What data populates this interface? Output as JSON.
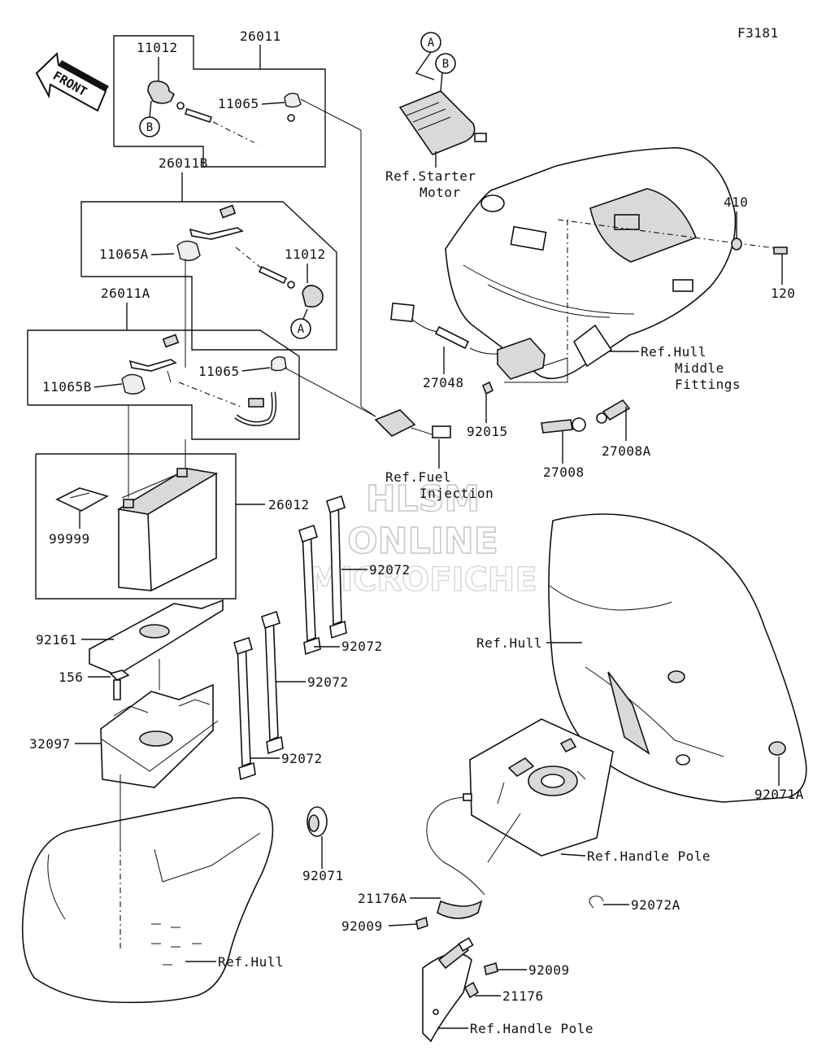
{
  "figure_code": "F3181",
  "front_label": "FRONT",
  "watermark": {
    "line1": "HLSM",
    "line2": "ONLINE",
    "line3": "MICROFICHE"
  },
  "ref_circles": {
    "a": "A",
    "b": "B"
  },
  "parts": {
    "p26011": "26011",
    "p11012_top": "11012",
    "p11065_top": "11065",
    "p26011B": "26011B",
    "p11065A": "11065A",
    "p11012_mid": "11012",
    "p26011A": "26011A",
    "p11065B": "11065B",
    "p11065_mid": "11065",
    "p26012": "26012",
    "p99999": "99999",
    "p92161": "92161",
    "p156": "156",
    "p32097": "32097",
    "p92072_a": "92072",
    "p92072_b": "92072",
    "p92072_c": "92072",
    "p92072_d": "92072",
    "p92071": "92071",
    "p27048": "27048",
    "p92015": "92015",
    "p27008": "27008",
    "p27008A": "27008A",
    "p410": "410",
    "p120": "120",
    "p92071A": "92071A",
    "p92072A": "92072A",
    "p21176A": "21176A",
    "p92009_a": "92009",
    "p92009_b": "92009",
    "p21176": "21176"
  },
  "refs": {
    "starter_1": "Ref.Starter",
    "starter_2": "Motor",
    "hull_middle_1": "Ref.Hull",
    "hull_middle_2": "Middle",
    "hull_middle_3": "Fittings",
    "fuel_1": "Ref.Fuel",
    "fuel_2": "Injection",
    "hull_right": "Ref.Hull",
    "handle_pole_1": "Ref.Handle Pole",
    "handle_pole_2": "Ref.Handle Pole",
    "hull_bottom": "Ref.Hull"
  }
}
